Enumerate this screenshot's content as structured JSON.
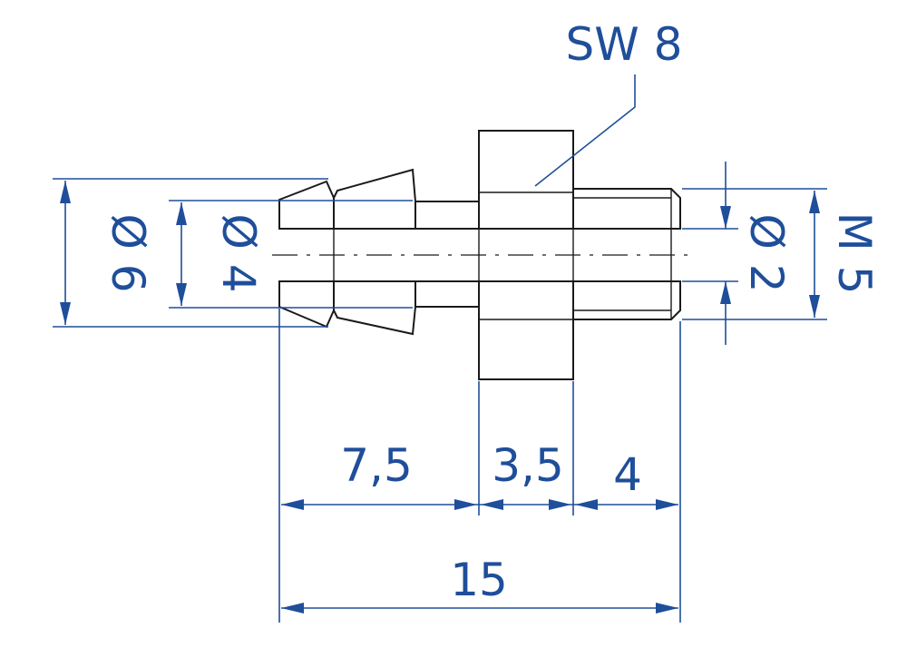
{
  "labels": {
    "wrench_size": "SW 8",
    "outer_diameter": "Ø 6",
    "bore_left": "Ø 4",
    "bore_right": "Ø 2",
    "thread": "M 5",
    "length_hose": "7,5",
    "length_hex": "3,5",
    "length_thread": "4",
    "length_total": "15"
  },
  "colors": {
    "dimension": "#1f4e9a",
    "outline": "#1a1a1a"
  }
}
